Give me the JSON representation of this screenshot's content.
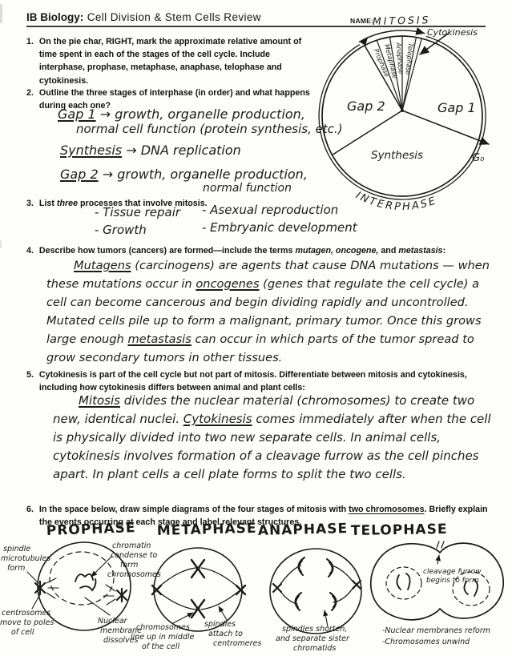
{
  "header": {
    "course": "IB Biology:",
    "title": "Cell Division & Stem Cells Review",
    "name_label": "NAME:"
  },
  "questions": [
    {
      "num": "1.",
      "segments": [
        {
          "t": "On the pie char, RIGHT, mark the approximate relative amount of time spent in each of the stages of the cell cycle. Include interphase, prophase, metaphase, anaphase, telophase and cytokinesis."
        }
      ]
    },
    {
      "num": "2.",
      "segments": [
        {
          "t": "Outline the three stages of "
        },
        {
          "t": "interphase",
          "b": true
        },
        {
          "t": " (in order) and what happens during each one?"
        }
      ]
    },
    {
      "num": "3.",
      "segments": [
        {
          "t": "List "
        },
        {
          "t": "three",
          "i": true
        },
        {
          "t": " processes that involve mitosis."
        }
      ]
    },
    {
      "num": "4.",
      "segments": [
        {
          "t": "Describe how tumors (cancers) are formed—include the terms "
        },
        {
          "t": "mutagen, oncogene,",
          "i": true
        },
        {
          "t": " and "
        },
        {
          "t": "metastasis",
          "i": true
        },
        {
          "t": ":"
        }
      ]
    },
    {
      "num": "5.",
      "segments": [
        {
          "t": "Cytokinesis is part of the cell cycle but not part of mitosis. Differentiate between mitosis and cytokinesis, including how cytokinesis differs between animal and plant cells:"
        }
      ]
    },
    {
      "num": "6.",
      "segments": [
        {
          "t": "In the space below, draw simple diagrams of the four stages of mitosis with "
        },
        {
          "t": "two chromosomes",
          "u": true
        },
        {
          "t": ". Briefly explain the events occurring at each stage and label relevant structures."
        }
      ]
    }
  ],
  "pie": {
    "mitosis": "MITOSIS",
    "cytokinesis": "Cytokinesis",
    "interphase": "INTERPHASE",
    "g0": "G₀",
    "gap1": "Gap 1",
    "gap2": "Gap 2",
    "synthesis": "Synthesis",
    "prophase": "Prophase",
    "metaphase": "Metaphase",
    "anaphase": "Anaphase",
    "telophase": "Telophase"
  },
  "answers": {
    "q2": [
      {
        "term": "Gap 1",
        "arrow": "→",
        "line1": "growth, organelle production,",
        "line2": "normal cell function (protein synthesis, etc.)"
      },
      {
        "term": "Synthesis",
        "arrow": "→",
        "line1": "DNA replication",
        "line2": ""
      },
      {
        "term": "Gap 2",
        "arrow": "→",
        "line1": "growth, organelle production,",
        "line2": "normal function"
      }
    ],
    "q3": {
      "col1": [
        "- Tissue repair",
        "- Growth"
      ],
      "col2": [
        "- Asexual reproduction",
        "- Embryanic development"
      ]
    },
    "q4_segments": [
      {
        "t": "Mutagens",
        "u": true
      },
      {
        "t": " (carcinogens) are agents that cause DNA mutations — when these mutations occur in "
      },
      {
        "t": "oncogenes",
        "u": true
      },
      {
        "t": " (genes that regulate the cell cycle) a cell can become cancerous and begin dividing rapidly and uncontrolled. Mutated cells pile up to form a malignant, primary tumor. Once this grows large enough "
      },
      {
        "t": "metastasis",
        "u": true
      },
      {
        "t": " can occur in which parts of the tumor spread to grow secondary tumors in other tissues."
      }
    ],
    "q5_segments": [
      {
        "t": "Mitosis",
        "u": true
      },
      {
        "t": " divides the nuclear material (chromosomes) to create two new, identical nuclei. "
      },
      {
        "t": "Cytokinesis",
        "u": true
      },
      {
        "t": " comes immediately after when the cell is physically divided into two new separate cells. In animal cells, cytokinesis involves formation of a cleavage furrow as the cell pinches apart. In plant cells a cell plate forms to split the two cells."
      }
    ]
  },
  "diagrams": {
    "titles": [
      "PROPHASE",
      "METAPHASE",
      "ANAPHASE",
      "TELOPHASE"
    ],
    "prophase_labels": {
      "spindle": [
        "spindle",
        "microtubules",
        "form"
      ],
      "chromatin": [
        "chromatin",
        "condense to",
        "form",
        "chromosomes"
      ],
      "centrosomes": [
        "centrosomes",
        "move to poles",
        "of cell"
      ],
      "nuclear": [
        "Nuclear",
        "membrane",
        "dissolves"
      ]
    },
    "metaphase_labels": {
      "lineup": [
        "chromosomes",
        "line up in middle",
        "of the cell"
      ],
      "spindles": [
        "spindles",
        "attach to",
        "centromeres"
      ]
    },
    "anaphase_labels": {
      "shorten": [
        "spindles shorten,",
        "and separate sister",
        "chromatids"
      ]
    },
    "telophase_labels": {
      "cleavage": [
        "cleavage furrow",
        "begins to form"
      ],
      "notes": [
        "-Nuclear membranes reform",
        "-Chromosomes unwind"
      ]
    }
  }
}
